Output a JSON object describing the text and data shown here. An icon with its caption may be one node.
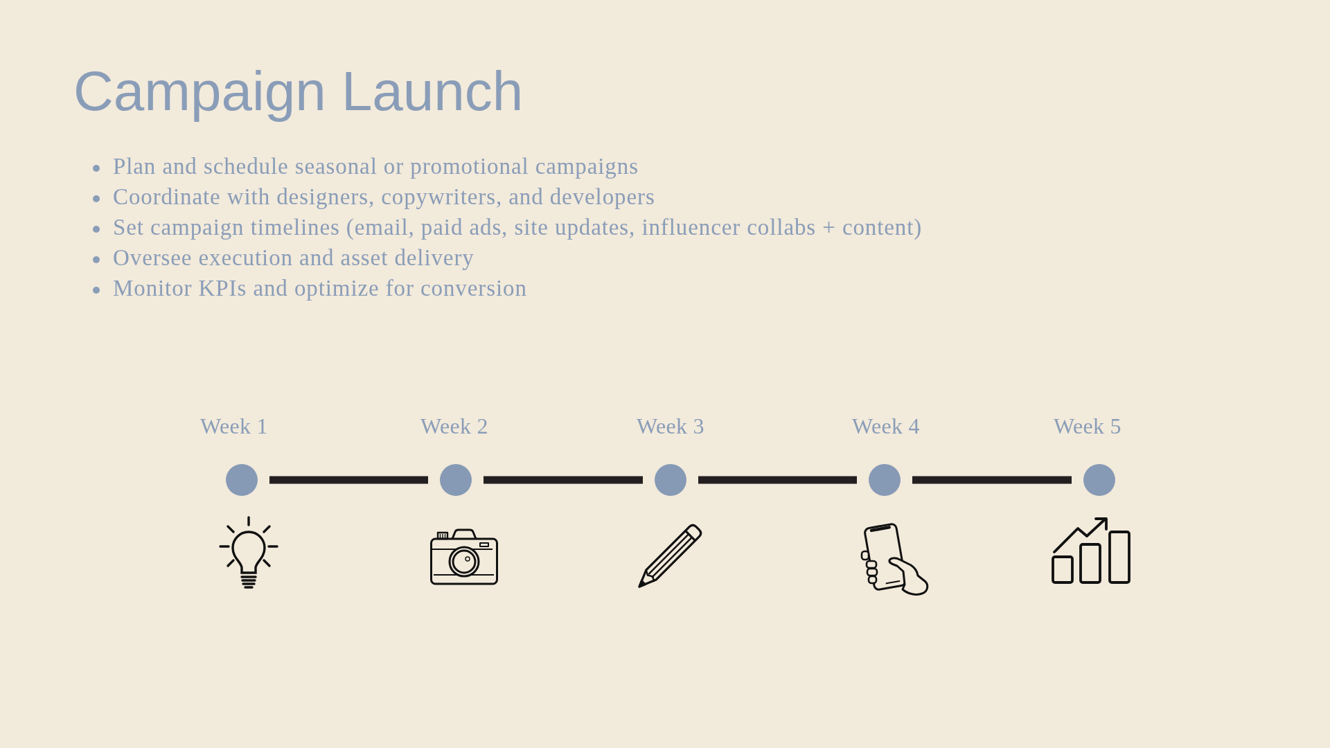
{
  "diagram": {
    "title": "Campaign Launch",
    "nodes": [
      {
        "text": [],
        "shape": "circle",
        "beside": [
          "Week 1"
        ]
      },
      {
        "text": [],
        "shape": "circle",
        "beside": [
          "Week 2"
        ]
      },
      {
        "text": [],
        "shape": "circle",
        "beside": [
          "Week 3"
        ]
      },
      {
        "text": [],
        "shape": "circle",
        "beside": [
          "Week 4"
        ]
      },
      {
        "text": [],
        "shape": "circle",
        "beside": [
          "Week 5"
        ]
      }
    ],
    "edges": [
      {
        "from": 0,
        "to": 1,
        "arrow": "none"
      },
      {
        "from": 1,
        "to": 2,
        "arrow": "none"
      },
      {
        "from": 2,
        "to": 3,
        "arrow": "none"
      },
      {
        "from": 3,
        "to": 4,
        "arrow": "none"
      }
    ],
    "labels": [
      "Plan and schedule seasonal or promotional campaigns",
      "Coordinate with designers, copywriters, and developers",
      "Set campaign timelines (email, paid ads, site updates, influencer collabs + content)",
      "Oversee execution and asset delivery",
      "Monitor KPIs and optimize for conversion"
    ]
  }
}
